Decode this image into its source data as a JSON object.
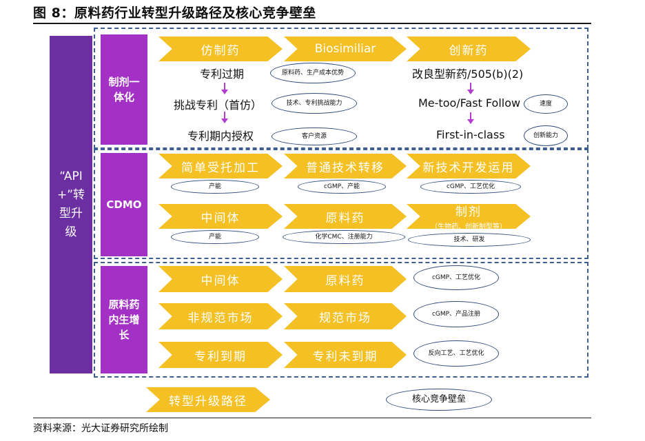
{
  "title": "图 8：原料药行业转型升级路径及核心竞争壁垒",
  "source": "资料来源：光大证券研究所绘制",
  "left_bar": "“API +”转型升级",
  "sections": {
    "s1": "制剂一体化",
    "s2": "CDMO",
    "s3": "原料药内生增长"
  },
  "s1": {
    "chevrons": [
      "仿制药",
      "Biosimiliar",
      "创新药"
    ],
    "col1": [
      "专利过期",
      "挑战专利（首仿）",
      "专利期内授权"
    ],
    "col1_ovals": [
      "原料药、生产成本优势",
      "技术、专利挑战能力",
      "客户资源"
    ],
    "col3": [
      "改良型新药/505(b)(2)",
      "Me-too/Fast Follow",
      "First-in-class"
    ],
    "col3_ovals": [
      "速度",
      "创新能力"
    ]
  },
  "s2": {
    "row1": [
      "简单受托加工",
      "普通技术转移",
      "新技术开发运用"
    ],
    "row1_ovals": [
      "产能",
      "cGMP、产能",
      "cGMP、工艺优化"
    ],
    "row2": [
      "中间体",
      "原料药",
      "制剂"
    ],
    "row2_sub": "（生物药、创新制型等）",
    "row2_ovals": [
      "产能",
      "化学CMC、注册能力",
      "技术、研发"
    ]
  },
  "s3": {
    "row1": [
      "中间体",
      "原料药"
    ],
    "row1_oval": "cGMP、工艺优化",
    "row2": [
      "非规范市场",
      "规范市场"
    ],
    "row2_oval": "cGMP、产品注册",
    "row3": [
      "专利到期",
      "专利未到期"
    ],
    "row3_oval": "反向工艺、工艺优化"
  },
  "legend": {
    "path": "转型升级路径",
    "barrier": "核心竞争壁垒"
  },
  "colors": {
    "chevron": "#f5c024",
    "section": "#a431c6",
    "left_bar": "#6b2fa2",
    "dashed_border": "#3f5d91",
    "arrow": "#b23bd0"
  }
}
